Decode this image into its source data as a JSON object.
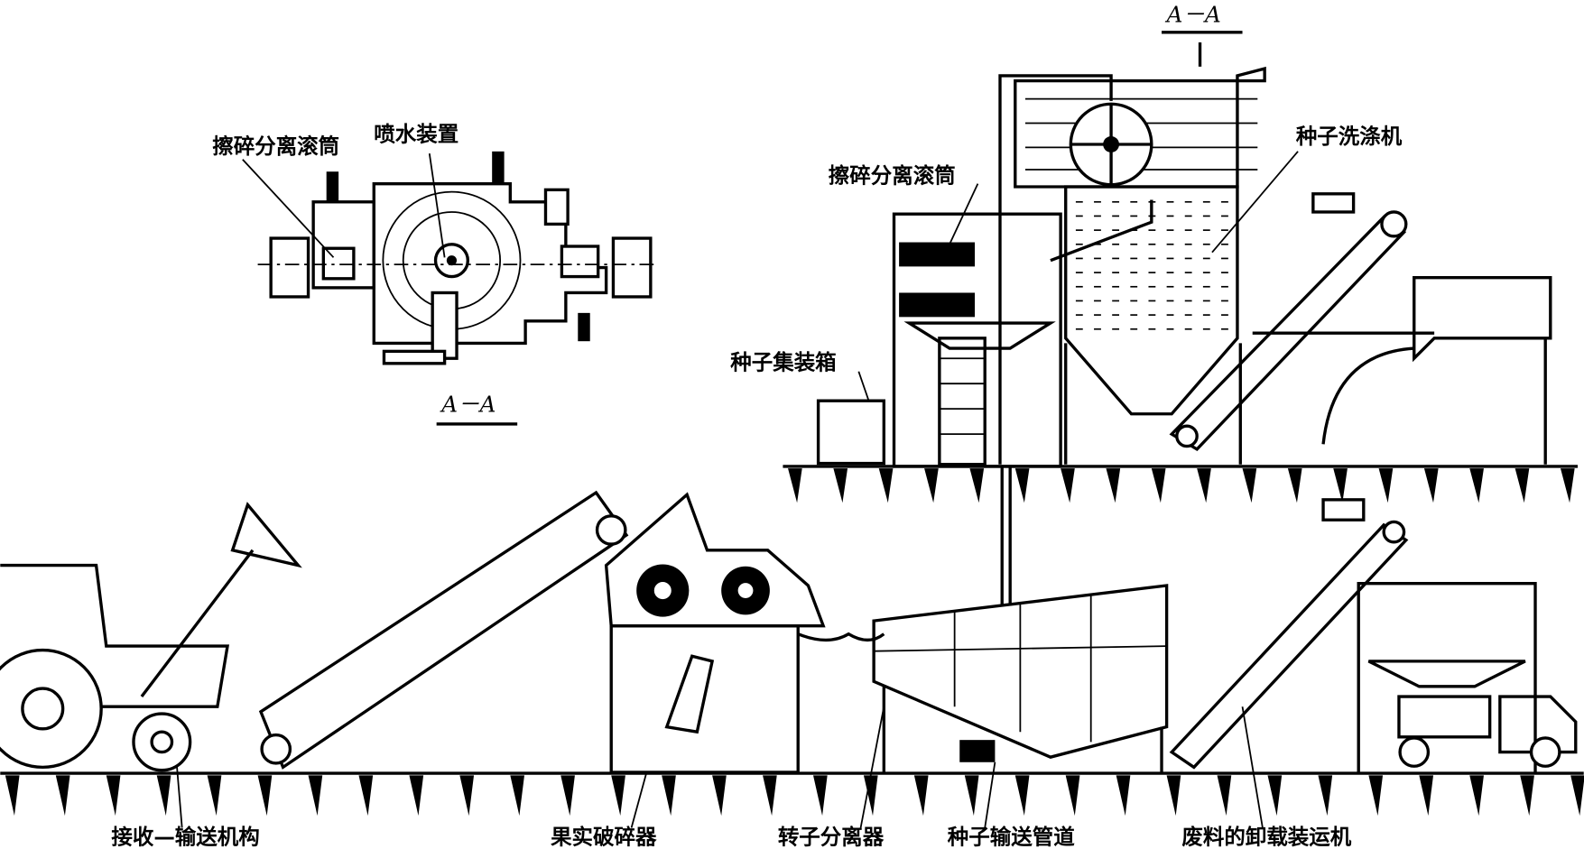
{
  "figure": {
    "inset": {
      "label_drum": "擦碎分离滚筒",
      "label_spray": "喷水装置",
      "section_label": "A－A"
    },
    "upper_plant": {
      "section_label": "A－A",
      "label_washer": "种子洗涤机",
      "label_drum": "擦碎分离滚筒",
      "label_container": "种子集装箱"
    },
    "bottom_labels": [
      "接收—输送机构",
      "果实破碎器",
      "转子分离器",
      "种子输送管道",
      "废料的卸载装运机"
    ],
    "colors": {
      "ink": "#000000",
      "paper": "#ffffff"
    }
  }
}
